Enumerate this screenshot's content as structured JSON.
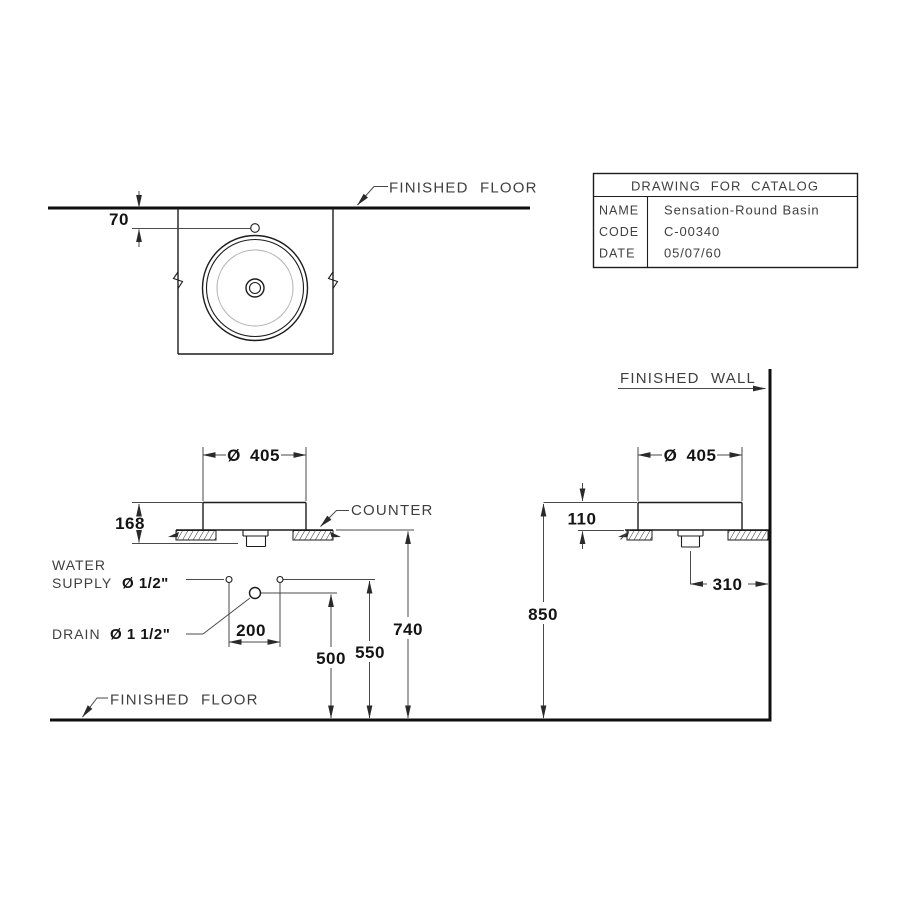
{
  "colors": {
    "background": "#ffffff",
    "object_line": "#1c1c1c",
    "dimension_line": "#4a4a4a",
    "thick_line": "#0f0f0f",
    "inner_circle": "#b0b0b0",
    "label_text": "#3f3f3f",
    "dimension_text": "#141414"
  },
  "title_block": {
    "header": "DRAWING FOR CATALOG",
    "rows": [
      {
        "label": "NAME",
        "value": "Sensation-Round Basin"
      },
      {
        "label": "CODE",
        "value": "C-00340"
      },
      {
        "label": "DATE",
        "value": "05/07/60"
      }
    ]
  },
  "labels": {
    "finished_floor": "FINISHED FLOOR",
    "finished_wall": "FINISHED WALL",
    "counter": "COUNTER",
    "water": "WATER",
    "supply": "SUPPLY",
    "supply_size": "Ø 1/2\"",
    "drain": "DRAIN",
    "drain_size": "Ø 1 1/2\""
  },
  "dims": {
    "faucet_offset": "70",
    "basin_diameter": "Ø 405",
    "basin_total_height": "168",
    "rim_above_counter": "110",
    "supply_spacing": "200",
    "drain_height": "500",
    "supply_height": "550",
    "counter_height": "740",
    "rim_height": "850",
    "drain_to_wall": "310"
  }
}
